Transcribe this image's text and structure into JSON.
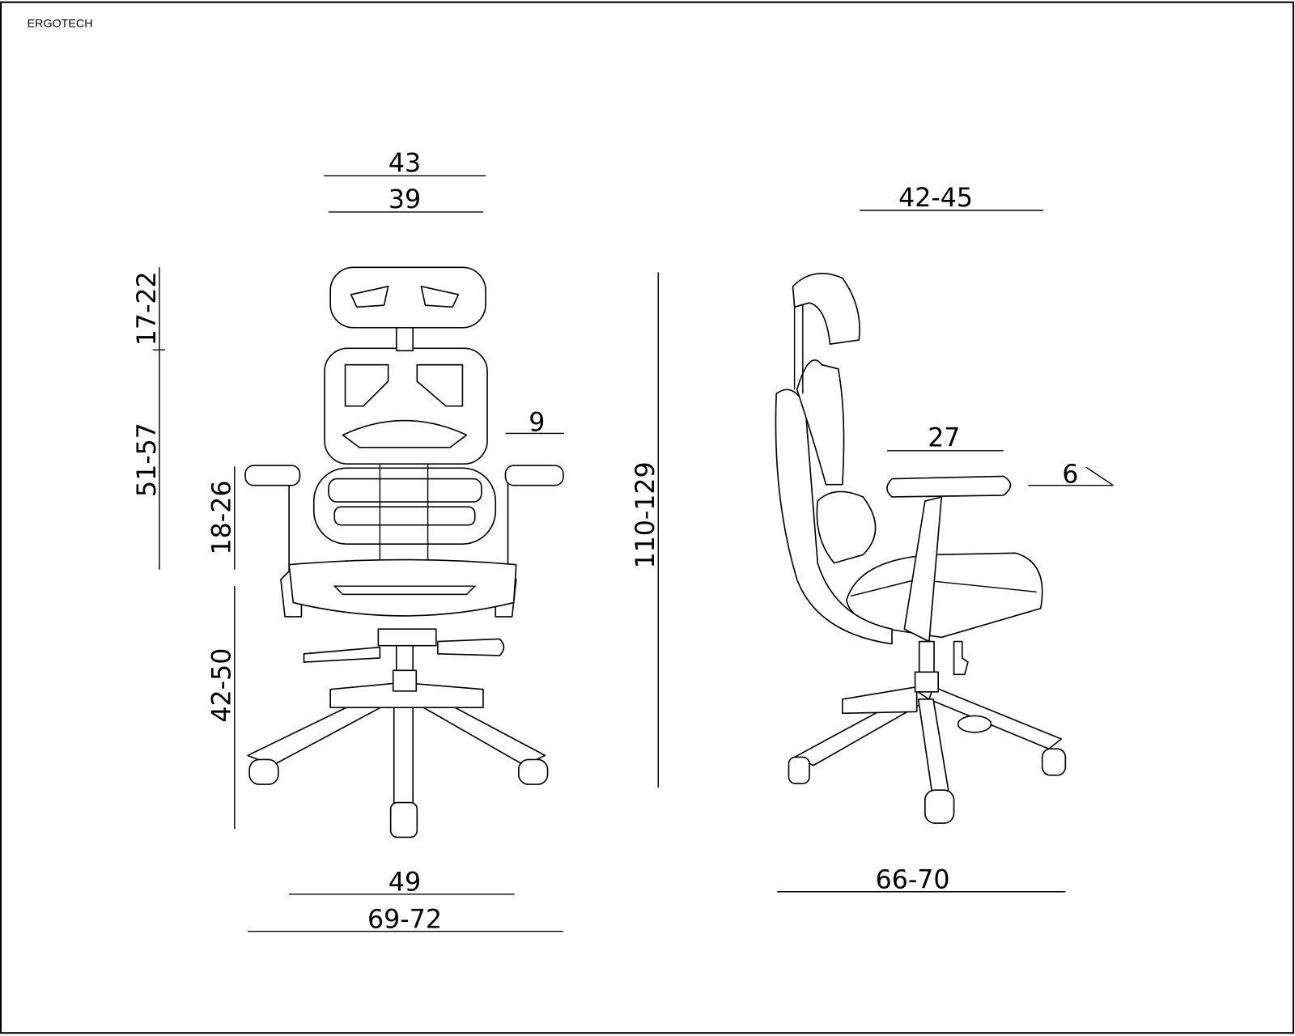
{
  "brand": "ERGOTECH",
  "front_view": {
    "dimensions": {
      "headrest_width": "43",
      "backrest_width": "39",
      "headrest_height": "17-22",
      "backrest_height": "51-57",
      "armrest_height": "18-26",
      "seat_height": "42-50",
      "armrest_width": "9",
      "seat_width": "49",
      "base_width": "69-72"
    }
  },
  "side_view": {
    "dimensions": {
      "seat_depth": "42-45",
      "total_height": "110-129",
      "armrest_length": "27",
      "tilt_angle": "6",
      "total_depth": "66-70"
    }
  }
}
